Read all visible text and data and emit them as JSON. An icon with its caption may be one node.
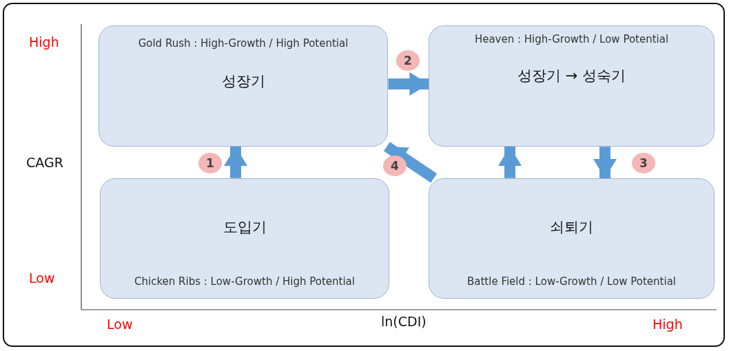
{
  "diagram": {
    "nodes": [
      {
        "text": [
          "Gold Rush : High-Growth / High Potential",
          "성장기"
        ]
      },
      {
        "text": [
          "Heaven : High-Growth / Low Potential",
          "성장기 → 성숙기"
        ]
      },
      {
        "text": [
          "도입기",
          "Chicken Ribs : Low-Growth / High Potential"
        ]
      },
      {
        "text": [
          "쇠퇴기",
          "Battle Field : Low-Growth / Low Potential"
        ]
      }
    ],
    "edges": [
      {
        "from": 2,
        "to": 0,
        "arrow": "to",
        "label": "1"
      },
      {
        "from": 0,
        "to": 1,
        "arrow": "to",
        "label": "2"
      },
      {
        "from": 1,
        "to": 3,
        "arrow": "to",
        "label": "3"
      },
      {
        "from": 3,
        "to": 0,
        "arrow": "to",
        "label": "4"
      },
      {
        "from": 3,
        "to": 1,
        "arrow": "to"
      }
    ],
    "labels": [
      "High",
      "CAGR",
      "Low",
      "Low",
      "ln(CDI)",
      "High"
    ]
  }
}
